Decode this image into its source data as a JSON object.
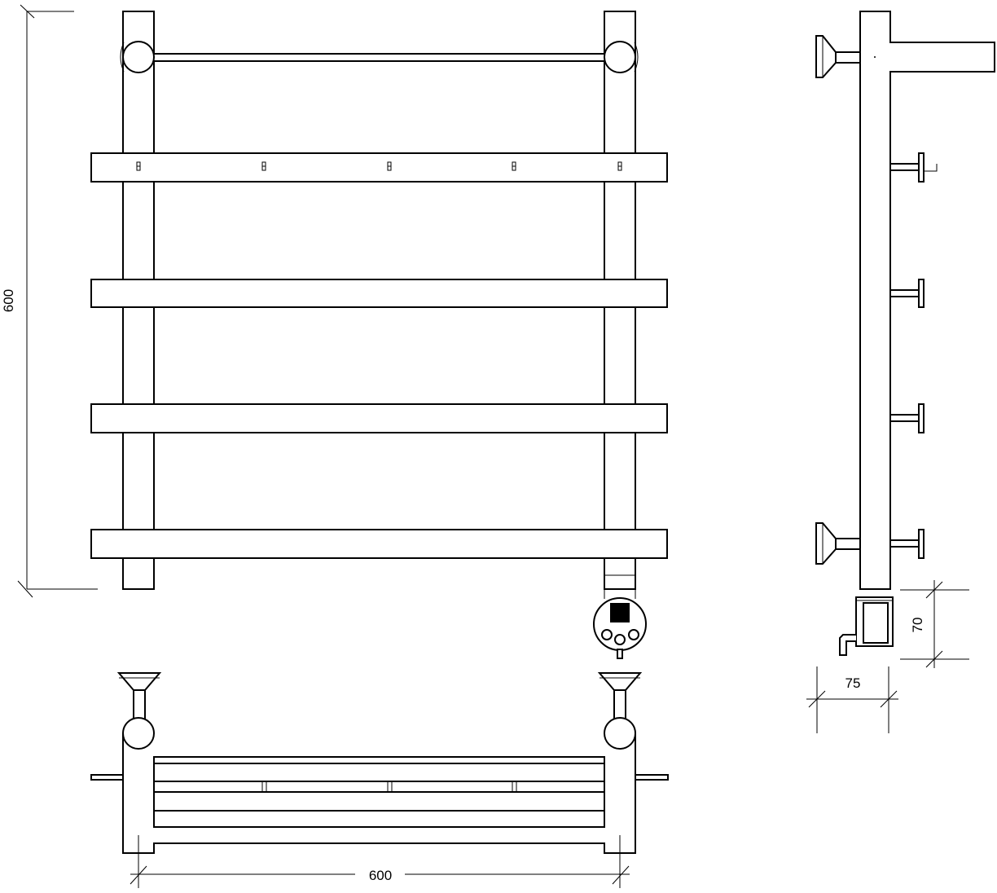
{
  "dimensions": {
    "height_label": "600",
    "width_label": "600",
    "depth_label": "75",
    "heater_height_label": "70"
  },
  "views": [
    "front-view",
    "top-view",
    "side-view"
  ],
  "colors": {
    "line": "#000000",
    "background": "#ffffff"
  }
}
